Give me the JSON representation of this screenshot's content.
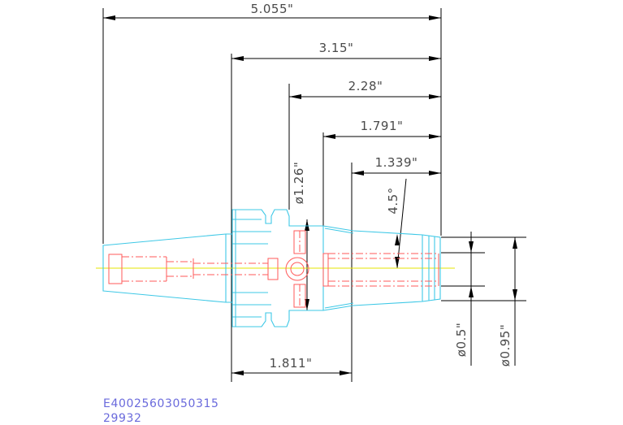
{
  "dimensions": {
    "overall_length": "5.055\"",
    "length_3_15": "3.15\"",
    "length_2_28": "2.28\"",
    "length_1_791": "1.791\"",
    "length_1_339": "1.339\"",
    "flange_length": "1.811\"",
    "flange_dia": "ø1.26\"",
    "taper_angle": "4.5°",
    "bore_dia": "ø0.5\"",
    "nose_dia": "ø0.95\""
  },
  "part": {
    "number": "E40025603050315",
    "id": "29932"
  },
  "colors": {
    "outline": "#3ec8e6",
    "hidden": "#ff5a5a",
    "centerline": "#e6e600",
    "dimension": "#000000",
    "part_text": "#6a6adc"
  }
}
